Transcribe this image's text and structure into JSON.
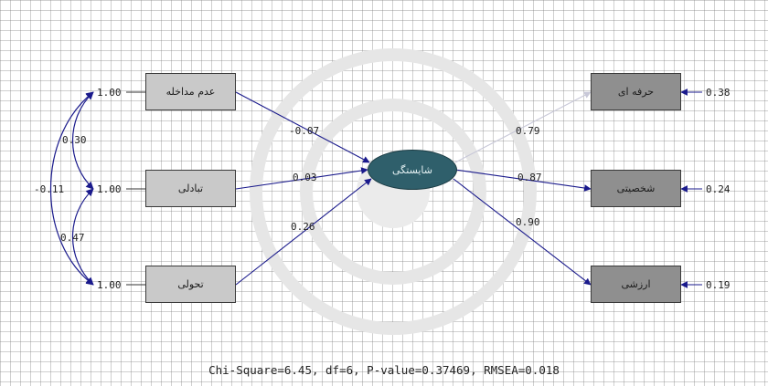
{
  "left_vars": [
    {
      "label": "عدم مداخله",
      "variance": "1.00"
    },
    {
      "label": "تبادلی",
      "variance": "1.00"
    },
    {
      "label": "تحولی",
      "variance": "1.00"
    }
  ],
  "latent": {
    "label": "شایستگی"
  },
  "right_vars": [
    {
      "label": "حرفه ای",
      "error": "0.38"
    },
    {
      "label": "شخصیتی",
      "error": "0.24"
    },
    {
      "label": "ارزشی",
      "error": "0.19"
    }
  ],
  "paths_in": [
    "-0.07",
    "0.03",
    "0.26"
  ],
  "paths_out": [
    "0.79",
    "0.87",
    "0.90"
  ],
  "covariances": [
    "0.30",
    "-0.11",
    "0.47"
  ],
  "fit_text": "Chi-Square=6.45, df=6, P-value=0.37469, RMSEA=0.018",
  "colors": {
    "path": "#1a1a8c",
    "latent_fill": "#2f5f6b",
    "left_box": "#c9c9c9",
    "right_box": "#8f8f8f"
  }
}
